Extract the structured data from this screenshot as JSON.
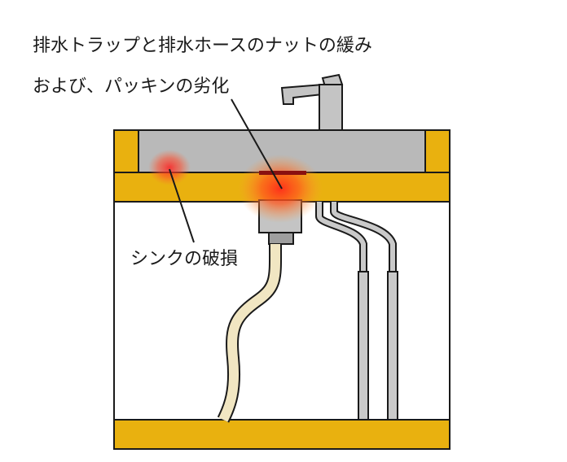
{
  "labels": {
    "trap_line1": "排水トラップと排水ホースのナットの緩み",
    "trap_line2": "および、パッキンの劣化",
    "sink_damage": "シンクの破損"
  },
  "colors": {
    "cabinet": "#e9b10f",
    "outline": "#1a1a1a",
    "sink": "#b9b9b9",
    "hose": "#f1e6c2",
    "pipe": "#c9c9c9",
    "highlight": "#ff3b2a"
  },
  "icons": {
    "faucet": "faucet-icon"
  }
}
